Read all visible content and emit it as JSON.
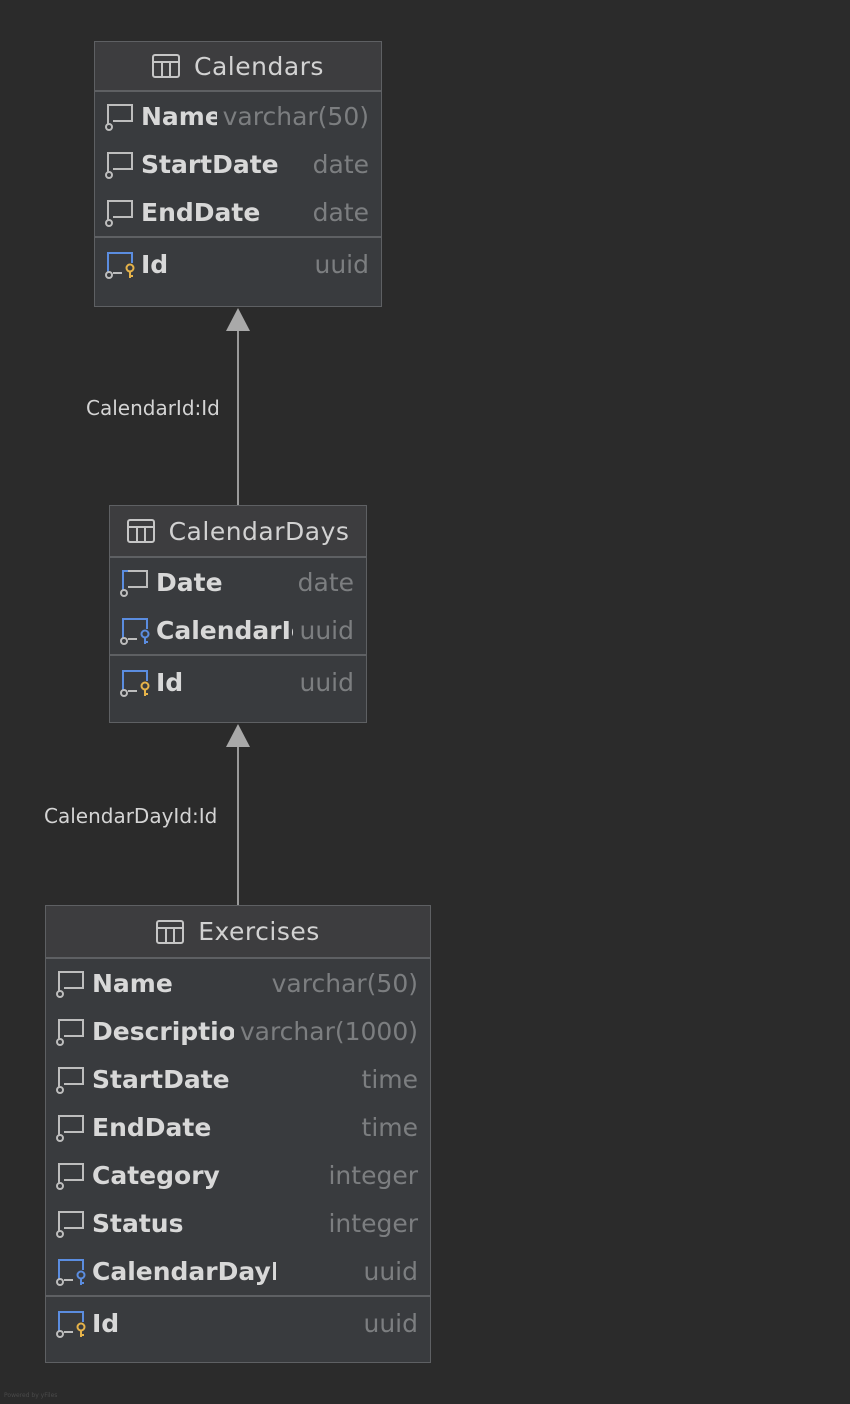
{
  "tables": {
    "calendars": {
      "title": "Calendars",
      "fields": [
        {
          "name": "Name",
          "type": "varchar(50)"
        },
        {
          "name": "StartDate",
          "type": "date"
        },
        {
          "name": "EndDate",
          "type": "date"
        }
      ],
      "pk": {
        "name": "Id",
        "type": "uuid"
      }
    },
    "calendarDays": {
      "title": "CalendarDays",
      "fields": [
        {
          "name": "Date",
          "type": "date"
        },
        {
          "name": "CalendarIc",
          "type": "uuid"
        }
      ],
      "pk": {
        "name": "Id",
        "type": "uuid"
      }
    },
    "exercises": {
      "title": "Exercises",
      "fields": [
        {
          "name": "Name",
          "type": "varchar(50)"
        },
        {
          "name": "Description",
          "type": "varchar(1000)"
        },
        {
          "name": "StartDate",
          "type": "time"
        },
        {
          "name": "EndDate",
          "type": "time"
        },
        {
          "name": "Category",
          "type": "integer"
        },
        {
          "name": "Status",
          "type": "integer"
        },
        {
          "name": "CalendarDayIc",
          "type": "uuid"
        }
      ],
      "pk": {
        "name": "Id",
        "type": "uuid"
      }
    }
  },
  "relations": {
    "days_to_calendars": "CalendarId:Id",
    "exercises_to_days": "CalendarDayId:Id"
  },
  "colors": {
    "background": "#2b2b2b",
    "table_bg": "#393b3e",
    "key": "#e6b34a",
    "fk": "#5b8de0",
    "arrow": "#a9a9a9"
  },
  "footer": "Powered by yFiles"
}
